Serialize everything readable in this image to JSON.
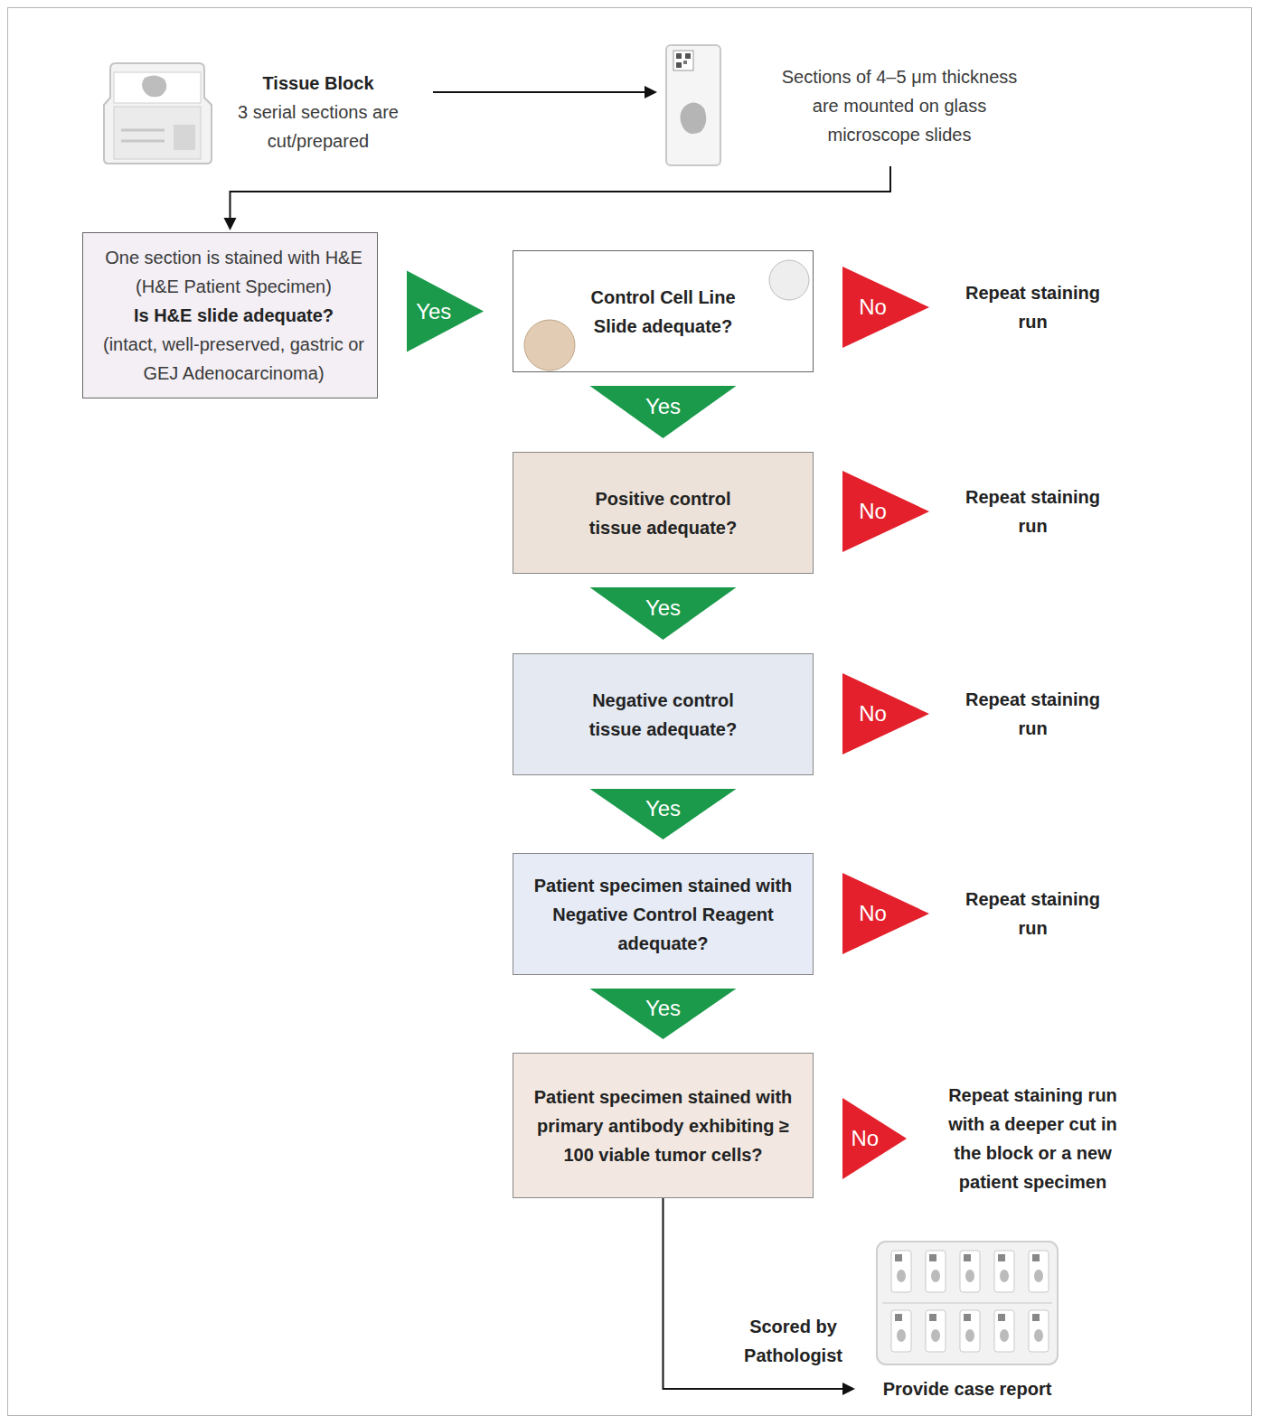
{
  "diagram": {
    "nodes": [
      {
        "text": [
          "Tissue Block",
          "3 serial sections are cut/prepared"
        ]
      },
      {
        "text": [
          "Sections of 4–5 μm thickness are mounted on glass microscope slides"
        ]
      },
      {
        "text": [
          "One section is stained with H&E (H&E Patient Specimen)",
          "Is H&E slide adequate?",
          "(intact, well-preserved, gastric or GEJ Adenocarcinoma)"
        ]
      },
      {
        "text": [
          "Control Cell Line Slide adequate?"
        ]
      },
      {
        "text": [
          "Repeat staining run"
        ]
      },
      {
        "text": [
          "Positive control tissue adequate?"
        ]
      },
      {
        "text": [
          "Repeat staining run"
        ]
      },
      {
        "text": [
          "Negative control tissue adequate?"
        ]
      },
      {
        "text": [
          "Repeat staining run"
        ]
      },
      {
        "text": [
          "Patient specimen stained with Negative Control Reagent adequate?"
        ]
      },
      {
        "text": [
          "Repeat staining run"
        ]
      },
      {
        "text": [
          "Patient specimen stained with primary antibody exhibiting ≥ 100 viable tumor cells?"
        ]
      },
      {
        "text": [
          "Repeat staining run with a deeper cut in the block or a new patient specimen"
        ]
      },
      {
        "text": [
          "Provide case report"
        ]
      }
    ],
    "edges": [
      {
        "from": 0,
        "to": 1,
        "arrow": "to"
      },
      {
        "from": 1,
        "to": 2,
        "arrow": "to"
      },
      {
        "from": 2,
        "to": 3,
        "label": "Yes",
        "arrow": "to"
      },
      {
        "from": 3,
        "to": 4,
        "label": "No",
        "arrow": "to"
      },
      {
        "from": 3,
        "to": 5,
        "label": "Yes",
        "arrow": "to"
      },
      {
        "from": 5,
        "to": 6,
        "label": "No",
        "arrow": "to"
      },
      {
        "from": 5,
        "to": 7,
        "label": "Yes",
        "arrow": "to"
      },
      {
        "from": 7,
        "to": 8,
        "label": "No",
        "arrow": "to"
      },
      {
        "from": 7,
        "to": 9,
        "label": "Yes",
        "arrow": "to"
      },
      {
        "from": 9,
        "to": 10,
        "label": "No",
        "arrow": "to"
      },
      {
        "from": 9,
        "to": 11,
        "label": "Yes",
        "arrow": "to"
      },
      {
        "from": 11,
        "to": 12,
        "label": "No",
        "arrow": "to"
      },
      {
        "from": 11,
        "to": 13,
        "label": "Scored by Pathologist",
        "arrow": "to"
      }
    ]
  }
}
